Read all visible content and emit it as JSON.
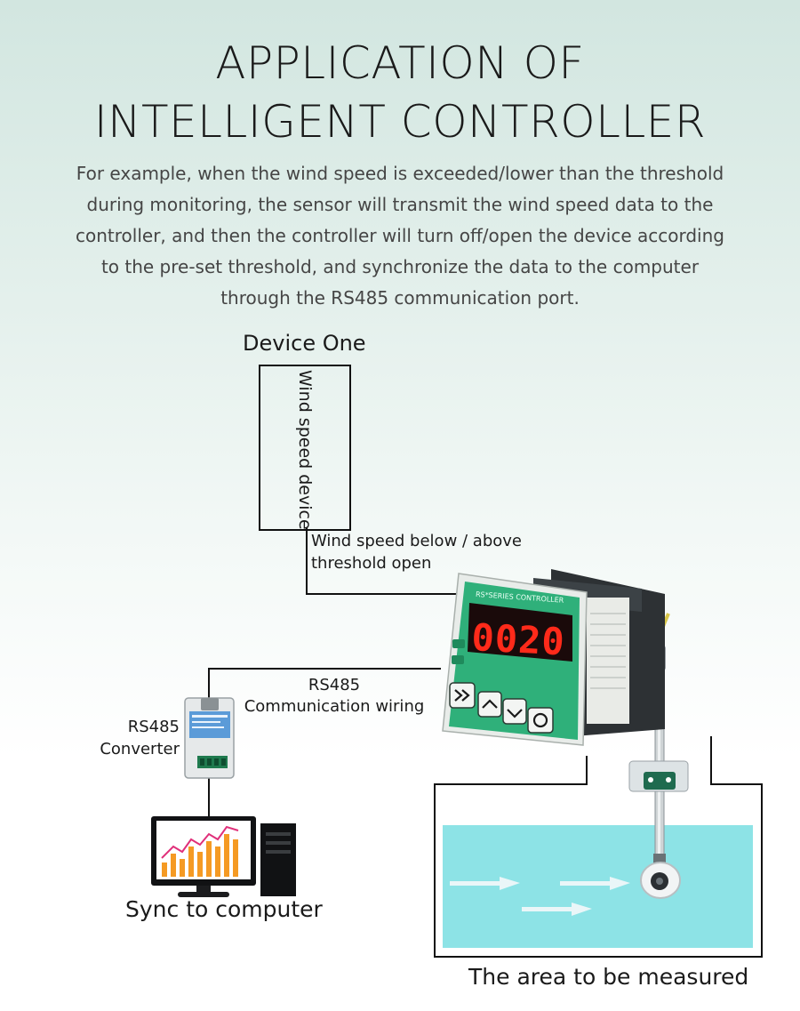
{
  "title": {
    "line1": "APPLICATION OF",
    "line2": "INTELLIGENT CONTROLLER"
  },
  "description": "For example, when the wind speed is exceeded/lower than the threshold during monitoring, the sensor will transmit the wind speed data to the controller, and then the controller will turn off/open the device according to the pre-set threshold, and synchronize the data to the computer through the RS485 communication port.",
  "diagram": {
    "device_one_label": "Device One",
    "wind_speed_device_label": "Wind speed device",
    "threshold_label": "Wind speed  below / above threshold open",
    "rs485_label": "RS485",
    "communication_label": "Communication wiring",
    "converter_label_1": "RS485",
    "converter_label_2": "Converter",
    "sync_label": "Sync to computer",
    "area_label": "The area to be measured",
    "controller": {
      "display_value": "0020",
      "brand_text": "RS*SERIES CONTROLLER"
    }
  },
  "colors": {
    "display_bg": "#1a0a0a",
    "display_digit": "#ff2a1a",
    "controller_face": "#2fb07a",
    "water": "#8de3e6",
    "wire": "#111111"
  },
  "icons": [
    "controller-device-icon",
    "rs485-converter-icon",
    "computer-icon",
    "anemometer-probe-icon",
    "airflow-arrow-icon"
  ]
}
